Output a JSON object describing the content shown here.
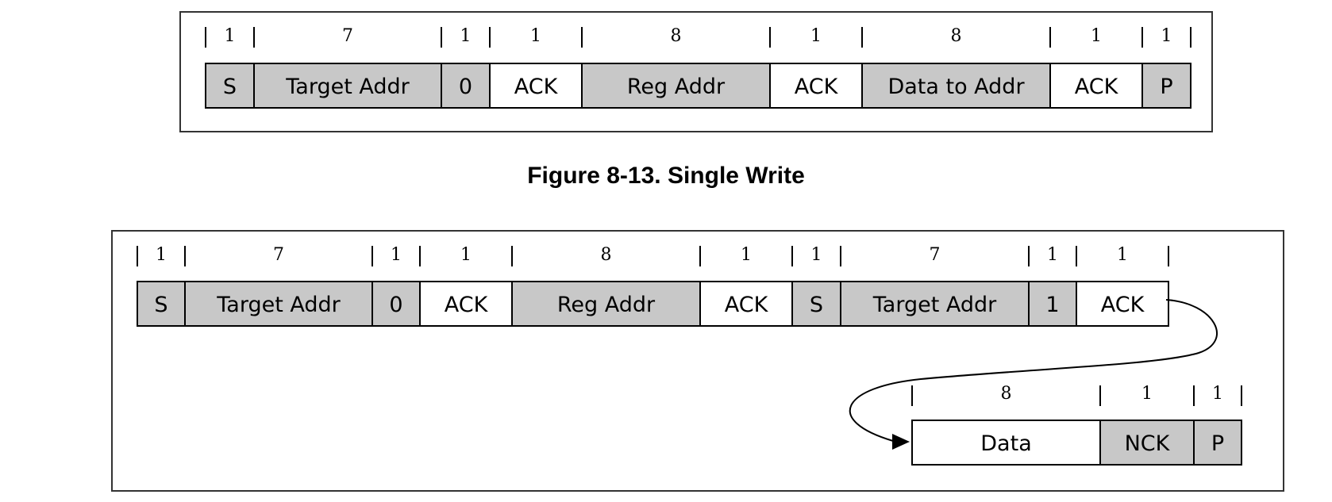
{
  "figure_caption": "Figure 8-13. Single Write",
  "colors": {
    "shaded": "#c8c8c8",
    "white": "#ffffff",
    "border": "#000000"
  },
  "single_write": {
    "fields": [
      {
        "label": "S",
        "bits": "1",
        "shaded": true
      },
      {
        "label": "Target Addr",
        "bits": "7",
        "shaded": true
      },
      {
        "label": "0",
        "bits": "1",
        "shaded": true
      },
      {
        "label": "ACK",
        "bits": "1",
        "shaded": false
      },
      {
        "label": "Reg Addr",
        "bits": "8",
        "shaded": true
      },
      {
        "label": "ACK",
        "bits": "1",
        "shaded": false
      },
      {
        "label": "Data to Addr",
        "bits": "8",
        "shaded": true
      },
      {
        "label": "ACK",
        "bits": "1",
        "shaded": false
      },
      {
        "label": "P",
        "bits": "1",
        "shaded": true
      }
    ]
  },
  "single_read": {
    "row1": [
      {
        "label": "S",
        "bits": "1",
        "shaded": true
      },
      {
        "label": "Target Addr",
        "bits": "7",
        "shaded": true
      },
      {
        "label": "0",
        "bits": "1",
        "shaded": true
      },
      {
        "label": "ACK",
        "bits": "1",
        "shaded": false
      },
      {
        "label": "Reg Addr",
        "bits": "8",
        "shaded": true
      },
      {
        "label": "ACK",
        "bits": "1",
        "shaded": false
      },
      {
        "label": "S",
        "bits": "1",
        "shaded": true
      },
      {
        "label": "Target Addr",
        "bits": "7",
        "shaded": true
      },
      {
        "label": "1",
        "bits": "1",
        "shaded": true
      },
      {
        "label": "ACK",
        "bits": "1",
        "shaded": false
      }
    ],
    "row2": [
      {
        "label": "Data",
        "bits": "8",
        "shaded": false
      },
      {
        "label": "NCK",
        "bits": "1",
        "shaded": true
      },
      {
        "label": "P",
        "bits": "1",
        "shaded": true
      }
    ]
  }
}
